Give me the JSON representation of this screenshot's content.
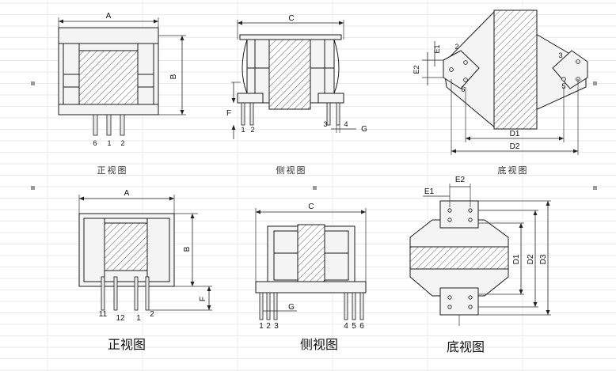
{
  "views": {
    "top_front": {
      "caption": "正视图",
      "dim_width": "A",
      "dim_height": "B",
      "pins": [
        "6",
        "1",
        "2"
      ]
    },
    "top_side": {
      "caption": "侧视图",
      "dim_width": "C",
      "dim_height": "F",
      "pins_left": [
        "1",
        "2"
      ],
      "pins_right": [
        "3",
        "4"
      ],
      "dim_pitch": "G"
    },
    "top_bottom": {
      "caption": "底视图",
      "dims": [
        "E1",
        "E2",
        "D1",
        "D2"
      ],
      "pins": [
        "2",
        "3",
        "5",
        "6"
      ]
    },
    "bot_front": {
      "caption": "正视图",
      "dim_width": "A",
      "dim_height": "B",
      "dim_pin": "F",
      "pins": [
        "11",
        "12",
        "1",
        "2"
      ]
    },
    "bot_side": {
      "caption": "侧视图",
      "dim_width": "C",
      "dim_pitch": "G",
      "pins_left": [
        "1",
        "2",
        "3"
      ],
      "pins_right": [
        "4",
        "5",
        "6"
      ]
    },
    "bot_bottom": {
      "caption": "底视图",
      "dims": [
        "E1",
        "E2",
        "D1",
        "D2",
        "D3"
      ]
    }
  }
}
